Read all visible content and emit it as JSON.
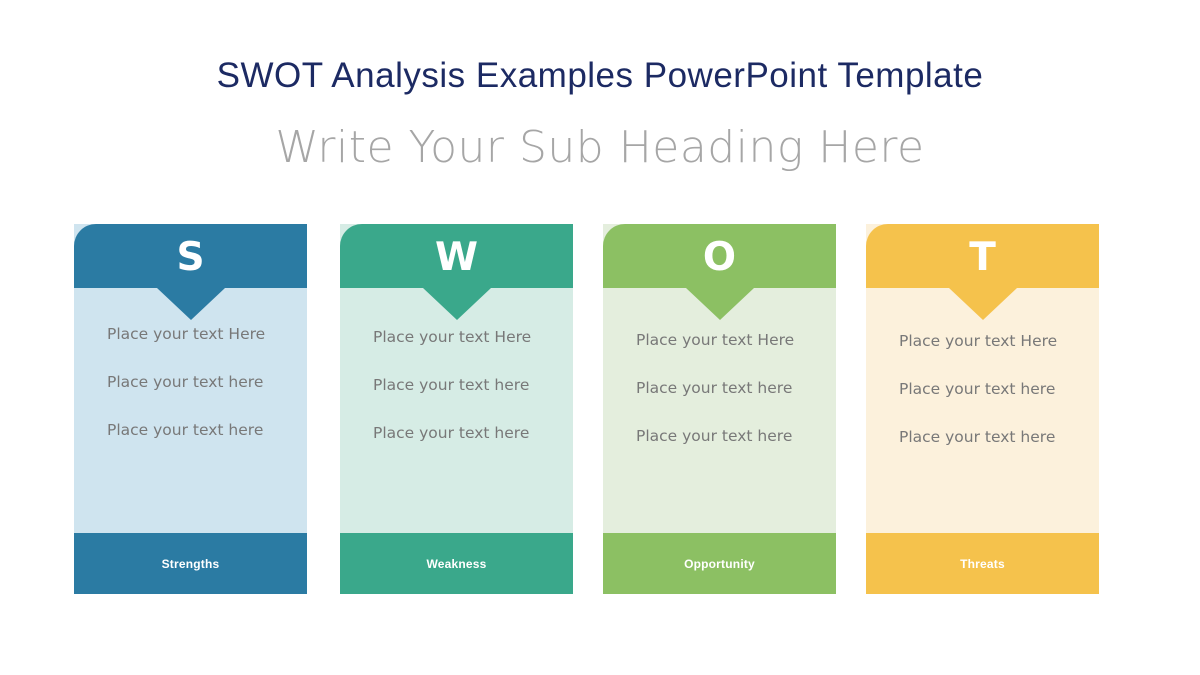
{
  "slide": {
    "title": "SWOT Analysis Examples PowerPoint Template",
    "subtitle": "Write Your Sub Heading Here",
    "title_color": "#1c2a63",
    "subtitle_color": "#a6a6a6",
    "background": "#ffffff"
  },
  "cards": [
    {
      "letter": "S",
      "footer_label": "Strengths",
      "header_color": "#2b7ba3",
      "body_color": "#cfe4ef",
      "footer_color": "#2b7ba3",
      "text_color": "#787878",
      "lines": [
        "Place your text Here",
        "Place your text here",
        "Place your text here"
      ],
      "text_offset_top": 98
    },
    {
      "letter": "W",
      "footer_label": "Weakness",
      "header_color": "#3aa88b",
      "body_color": "#d6ece5",
      "footer_color": "#3aa88b",
      "text_color": "#787878",
      "lines": [
        "Place your text Here",
        "Place your text here",
        "Place your text here"
      ],
      "text_offset_top": 101
    },
    {
      "letter": "O",
      "footer_label": "Opportunity",
      "header_color": "#8cc063",
      "body_color": "#e4eedd",
      "footer_color": "#8cc063",
      "text_color": "#787878",
      "lines": [
        "Place your text Here",
        "Place your text here",
        "Place your text here"
      ],
      "text_offset_top": 104
    },
    {
      "letter": "T",
      "footer_label": "Threats",
      "header_color": "#f5c24c",
      "body_color": "#fcf1dc",
      "footer_color": "#f5c24c",
      "text_color": "#787878",
      "lines": [
        "Place your text Here",
        "Place your text here",
        "Place your text here"
      ],
      "text_offset_top": 105
    }
  ]
}
